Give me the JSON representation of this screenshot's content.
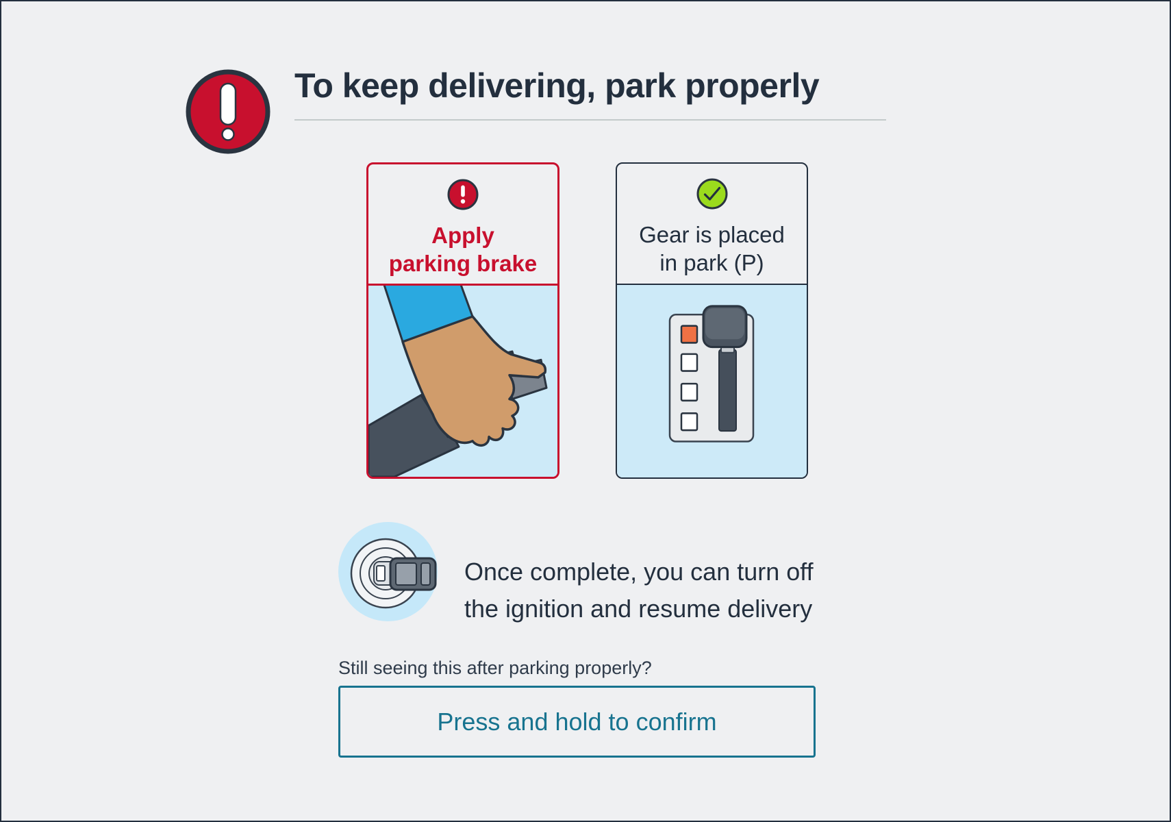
{
  "colors": {
    "background": "#EFF0F2",
    "navy": "#232F3E",
    "red": "#C8102E",
    "lime_green": "#9BDB1D",
    "illustration_blue": "#CDEAF8",
    "icon_circle_blue": "#C5E8F9",
    "teal": "#17738F",
    "orange": "#EF7144"
  },
  "header": {
    "icon": "alert-exclamation-icon",
    "title": "To keep delivering, park properly"
  },
  "cards": [
    {
      "name": "apply-parking-brake",
      "status": "alert",
      "icon": "exclamation-circle-icon",
      "title_line1": "Apply",
      "title_line2": "parking brake",
      "illustration": "hand-applying-parking-brake"
    },
    {
      "name": "gear-in-park",
      "status": "ok",
      "icon": "check-circle-icon",
      "title_line1": "Gear is placed",
      "title_line2": "in park (P)",
      "illustration": "gear-shifter-in-park"
    }
  ],
  "note": {
    "icon": "ignition-key-icon",
    "line1": "Once complete, you can turn off",
    "line2": "the ignition and resume delivery"
  },
  "footer": {
    "question": "Still seeing this after parking properly?",
    "button_label": "Press and hold to confirm"
  }
}
